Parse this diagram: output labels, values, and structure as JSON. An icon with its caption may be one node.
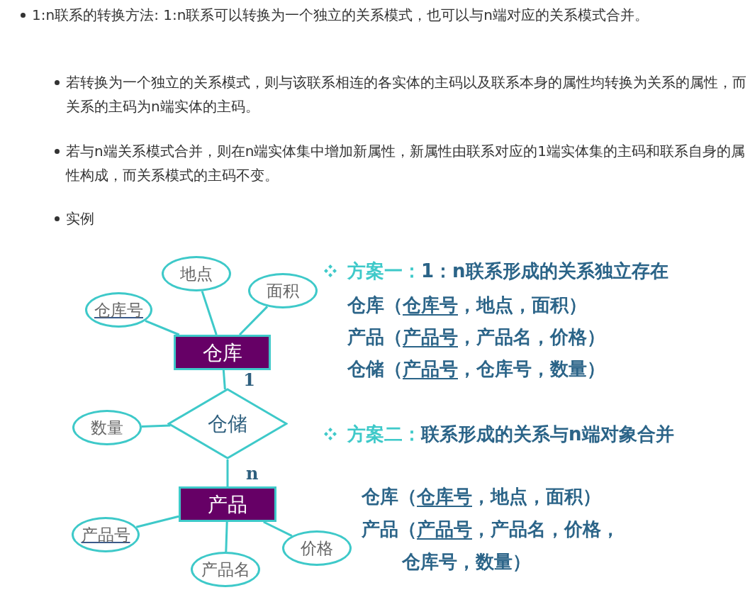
{
  "diagram": {
    "nodes": [
      {
        "text": [
          "仓库号"
        ]
      },
      {
        "text": [
          "地点"
        ]
      },
      {
        "text": [
          "面积"
        ]
      },
      {
        "text": [
          "仓库"
        ]
      },
      {
        "text": [
          "数量"
        ]
      },
      {
        "text": [
          "仓储"
        ]
      },
      {
        "text": [
          "产品"
        ]
      },
      {
        "text": [
          "产品号"
        ]
      },
      {
        "text": [
          "产品名"
        ]
      },
      {
        "text": [
          "价格"
        ]
      }
    ],
    "edges": [
      {
        "from": 0,
        "to": 3,
        "arrow": "none"
      },
      {
        "from": 1,
        "to": 3,
        "arrow": "none"
      },
      {
        "from": 2,
        "to": 3,
        "arrow": "none"
      },
      {
        "from": 3,
        "to": 5,
        "arrow": "none",
        "label": "1"
      },
      {
        "from": 4,
        "to": 5,
        "arrow": "none"
      },
      {
        "from": 5,
        "to": 6,
        "arrow": "none",
        "label": "n"
      },
      {
        "from": 6,
        "to": 7,
        "arrow": "none"
      },
      {
        "from": 6,
        "to": 8,
        "arrow": "none"
      },
      {
        "from": 6,
        "to": 9,
        "arrow": "none"
      }
    ],
    "labels": [
      "1:n联系的转换方法: 1:n联系可以转换为一个独立的关系模式，也可以与n端对应的关系模式合并。",
      "若转换为一个独立的关系模式，则与该联系相连的各实体的主码以及联系本身的属性均转换为关系的属性，而关系的主码为n端实体的主码。",
      "若与n端关系模式合并，则在n端实体集中增加新属性，新属性由联系对应的1端实体集的主码和联系自身的属性构成，而关系模式的主码不变。",
      "实例",
      "方案一：",
      "1：n联系形成的关系独立存在",
      "仓库（",
      "仓库号",
      "，地点，面积）",
      "产品（",
      "产品号",
      "，产品名，价格）",
      "仓储（",
      "产品号",
      "，仓库号，数量）",
      "方案二：",
      "联系形成的关系与n端对象合并",
      "仓库（",
      "仓库号",
      "，地点，面积）",
      "产品（",
      "产品号",
      "，产品名，价格，",
      "仓库号，数量）"
    ]
  }
}
